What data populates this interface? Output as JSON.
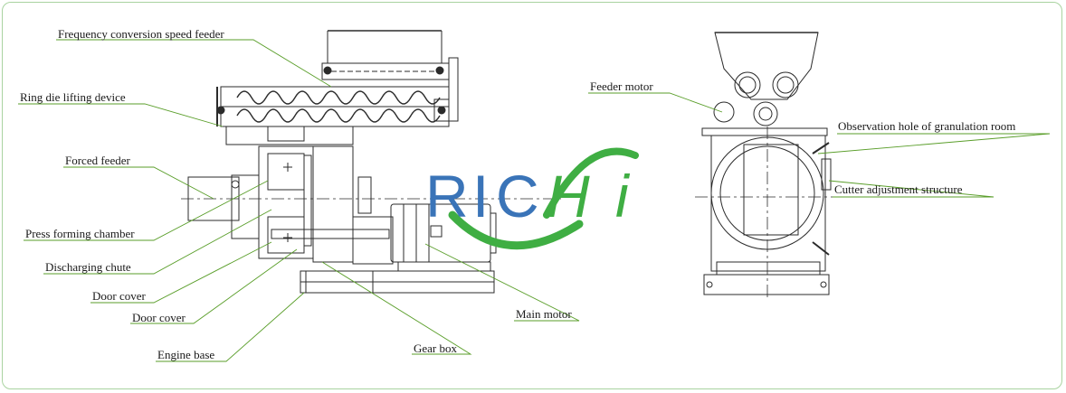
{
  "brand": {
    "name": "RICHI",
    "letters": [
      "R",
      "I",
      "C",
      "H",
      "i"
    ],
    "blue": "#3a74b8",
    "green": "#3fae43"
  },
  "line_color": "#5a9e2a",
  "labels": {
    "frequency_conversion_speed_feeder": "Frequency conversion speed feeder",
    "ring_die_lifting_device": "Ring die lifting device",
    "forced_feeder": "Forced feeder",
    "press_forming_chamber": "Press forming chamber",
    "discharging_chute": "Discharging  chute",
    "door_cover_1": "Door cover",
    "door_cover_2": "Door cover",
    "engine_base": "Engine base",
    "gear_box": "Gear box",
    "main_motor": "Main motor",
    "feeder_motor": "Feeder motor",
    "observation_hole": "Observation hole of granulation room",
    "cutter_adjustment_structure": "Cutter adjustment structure"
  }
}
